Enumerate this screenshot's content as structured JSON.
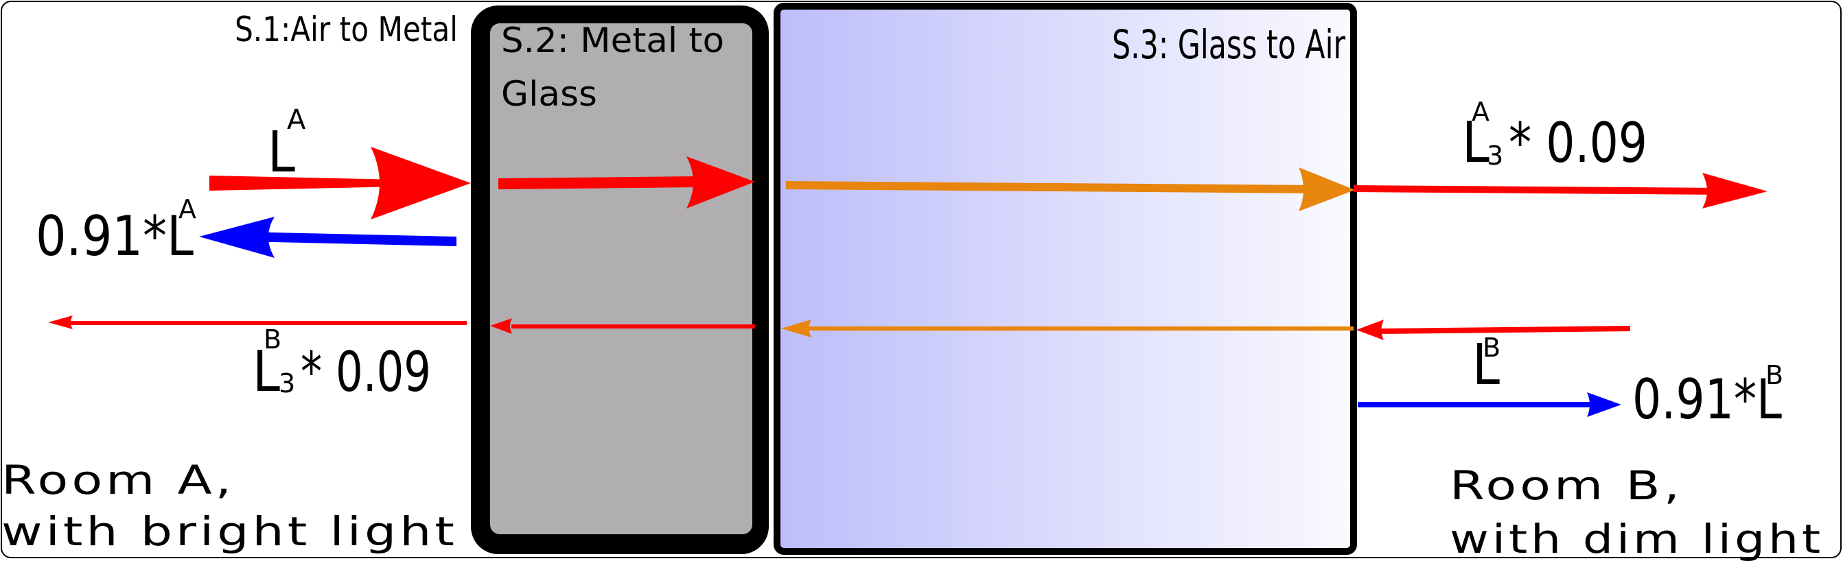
{
  "surfaces": {
    "s1": "S.1:Air to Metal",
    "s2_line1": "S.2: Metal to",
    "s2_line2": "Glass",
    "s3": "S.3: Glass to Air"
  },
  "rooms": {
    "a_line1": "Room A,",
    "a_line2": "with bright light",
    "b_line1": "Room B,",
    "b_line2": "with dim light"
  },
  "labels": {
    "la_base": "L",
    "la_sup": "A",
    "refl_a_coef": "0.91*L",
    "refl_a_sup": "A",
    "lb_out_base": "L",
    "lb_out_sup": "B",
    "lb_out_sub": "3",
    "lb_out_tail": "* 0.09",
    "la_out_base": "L",
    "la_out_sup": "A",
    "la_out_sub": "3",
    "la_out_tail": "* 0.09",
    "lb_base": "L",
    "lb_sup": "B",
    "refl_b_coef": "0.91*L",
    "refl_b_sup": "B"
  },
  "colors": {
    "incident": "#ff0000",
    "reflected": "#0000ff",
    "in_glass": "#e8850c",
    "metal_fill": "#b0aeb0",
    "frame": "#000000",
    "glass_left": "#bdbdfb",
    "glass_right": "#fafaff"
  }
}
